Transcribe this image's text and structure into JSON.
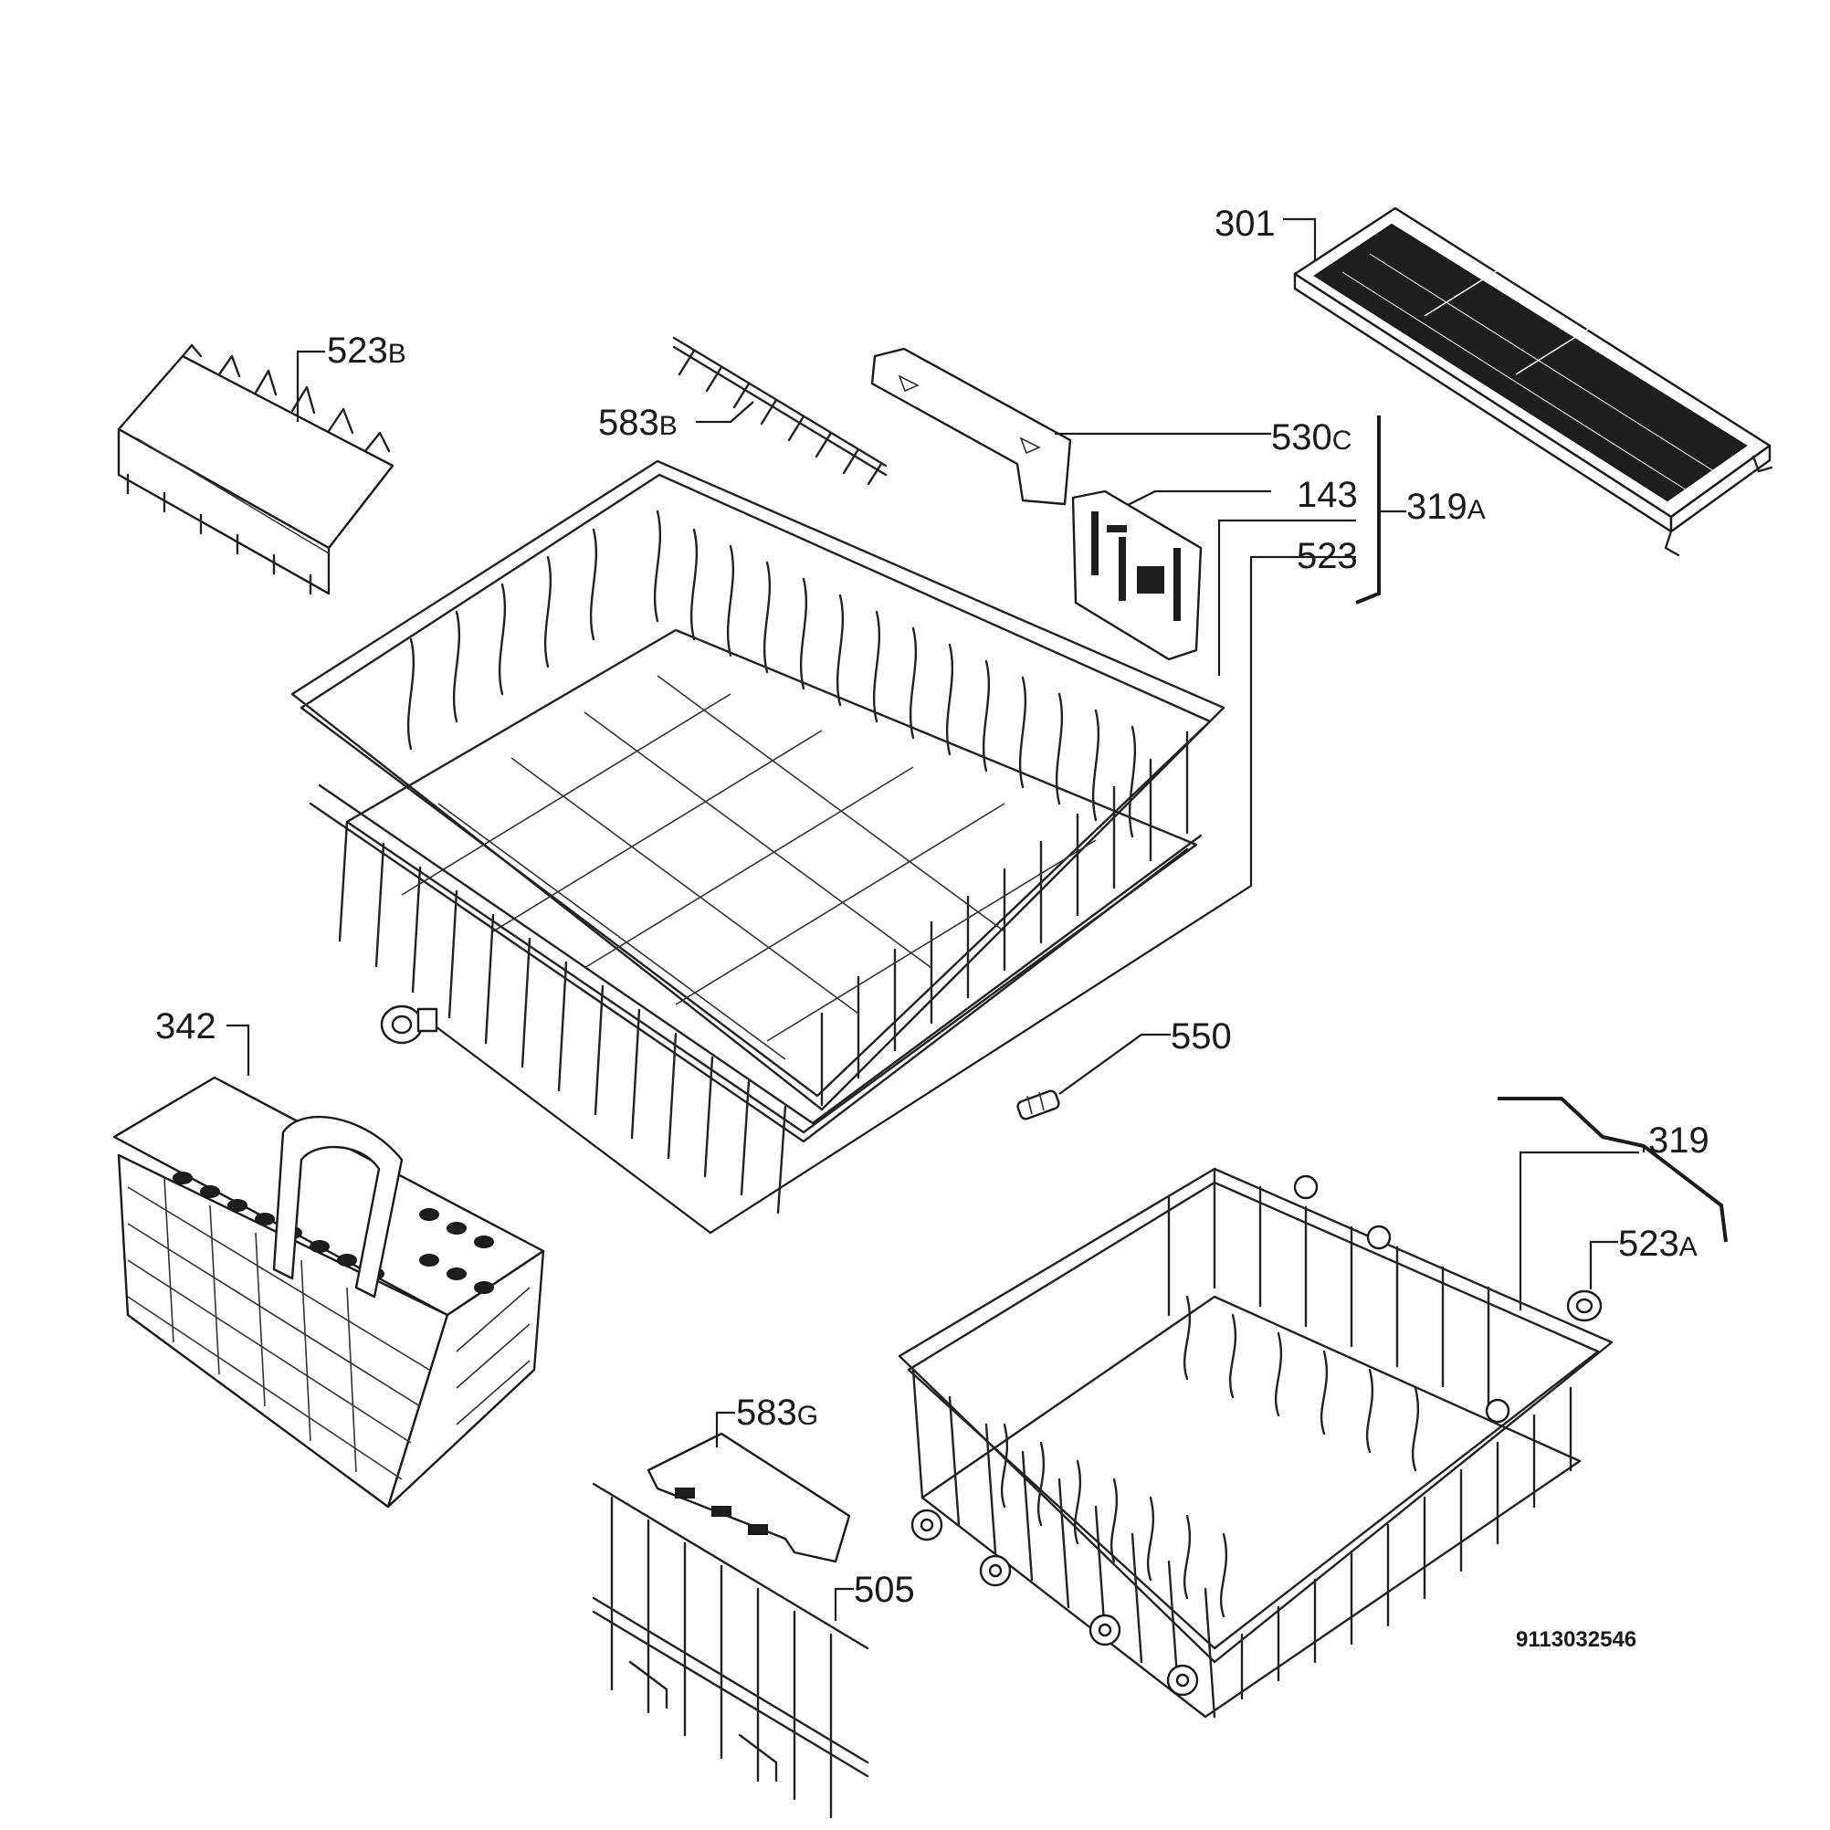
{
  "diagram": {
    "document_number": "9113032546",
    "callouts": [
      {
        "id": "301",
        "base": "301",
        "suffix": ""
      },
      {
        "id": "523B",
        "base": "523",
        "suffix": "B"
      },
      {
        "id": "583B",
        "base": "583",
        "suffix": "B"
      },
      {
        "id": "530C",
        "base": "530",
        "suffix": "C"
      },
      {
        "id": "143",
        "base": "143",
        "suffix": ""
      },
      {
        "id": "319A",
        "base": "319",
        "suffix": "A"
      },
      {
        "id": "523",
        "base": "523",
        "suffix": ""
      },
      {
        "id": "342",
        "base": "342",
        "suffix": ""
      },
      {
        "id": "550",
        "base": "550",
        "suffix": ""
      },
      {
        "id": "319",
        "base": "319",
        "suffix": ""
      },
      {
        "id": "523A",
        "base": "523",
        "suffix": "A"
      },
      {
        "id": "583G",
        "base": "583",
        "suffix": "G"
      },
      {
        "id": "505",
        "base": "505",
        "suffix": ""
      }
    ],
    "parts": [
      {
        "name": "cutlery-tray"
      },
      {
        "name": "cup-rack-insert"
      },
      {
        "name": "tine-row"
      },
      {
        "name": "basket-handle"
      },
      {
        "name": "rating-label"
      },
      {
        "name": "upper-basket"
      },
      {
        "name": "cutlery-basket"
      },
      {
        "name": "basket-wheel"
      },
      {
        "name": "wheel-axle"
      },
      {
        "name": "lower-basket"
      },
      {
        "name": "lower-basket-wheel"
      },
      {
        "name": "plate-rack-clip"
      },
      {
        "name": "folding-tine-rack"
      }
    ]
  }
}
